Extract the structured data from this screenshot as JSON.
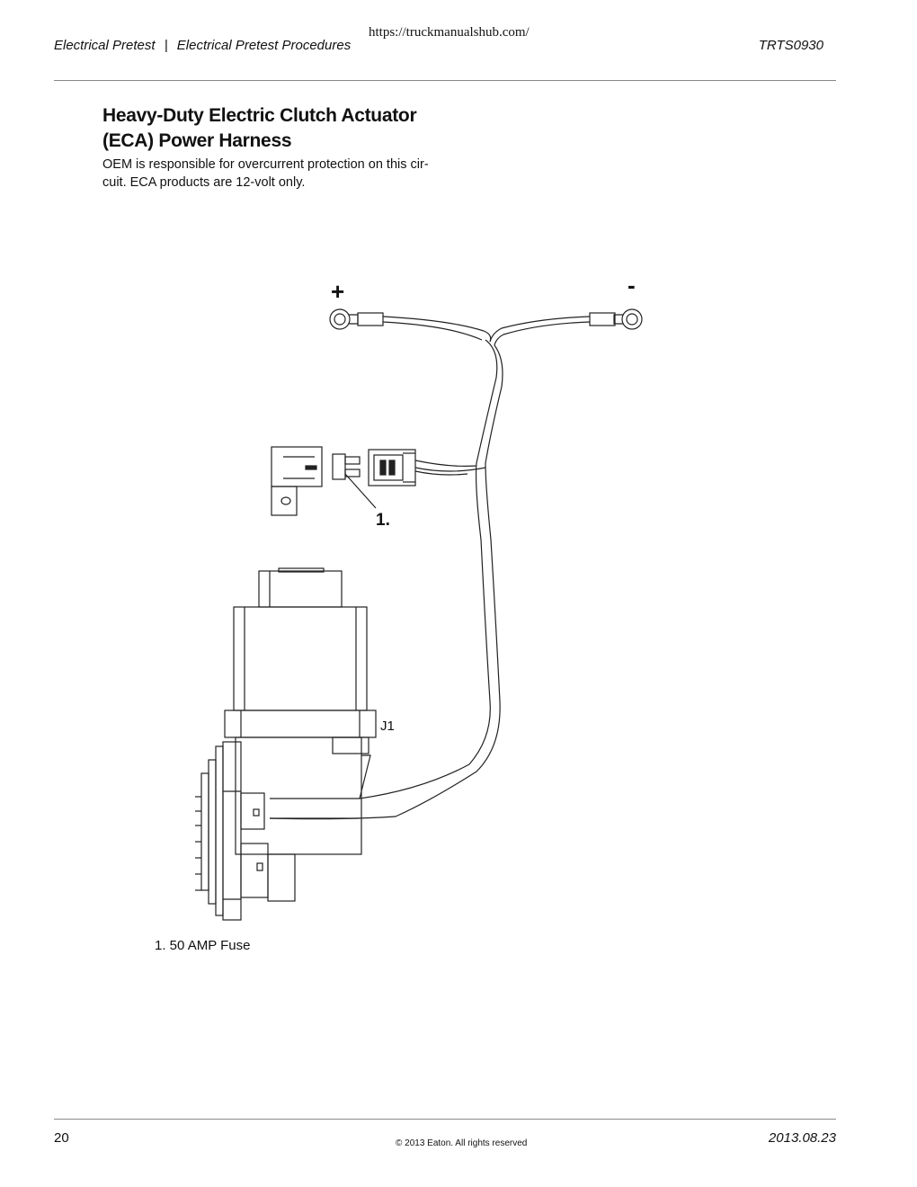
{
  "header": {
    "section": "Electrical Pretest",
    "separator": "|",
    "subsection": "Electrical Pretest Procedures",
    "url": "https://truckmanualshub.com/",
    "doc_code": "TRTS0930"
  },
  "main": {
    "title_line1": "Heavy-Duty Electric Clutch Actuator",
    "title_line2": "(ECA) Power Harness",
    "body_line1": "OEM is responsible for overcurrent protection on this cir-",
    "body_line2": "cuit. ECA products are 12-volt only."
  },
  "diagram": {
    "plus_label": "+",
    "minus_label": "-",
    "callout_label": "1.",
    "connector_label": "J1"
  },
  "caption": "1. 50 AMP Fuse",
  "footer": {
    "page_number": "20",
    "copyright": "© 2013 Eaton. All rights reserved",
    "date": "2013.08.23"
  }
}
